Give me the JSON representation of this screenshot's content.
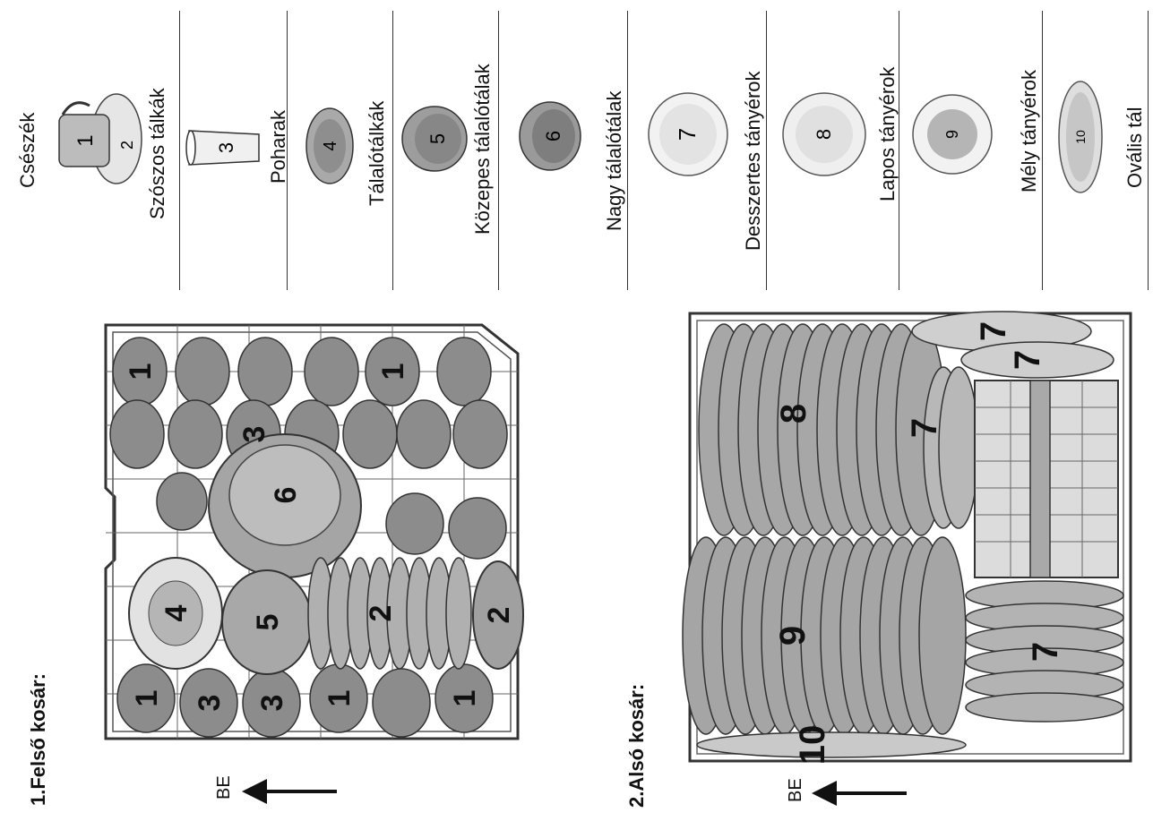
{
  "legend": {
    "items": [
      {
        "number": "1",
        "label": "Csészék"
      },
      {
        "number": "2",
        "label": "Szószos tálkák"
      },
      {
        "number": "3",
        "label": "Poharak"
      },
      {
        "number": "4",
        "label": "Tálalótálkák"
      },
      {
        "number": "5",
        "label": "Közepes tálalótálak"
      },
      {
        "number": "6",
        "label": "Nagy tálalótálak"
      },
      {
        "number": "7",
        "label": "Desszertes tányérok"
      },
      {
        "number": "8",
        "label": "Lapos tányérok"
      },
      {
        "number": "9",
        "label": "Mély tányérok"
      },
      {
        "number": "10",
        "label": "Ovális tál"
      }
    ]
  },
  "upper_basket": {
    "title": "1.Felső kosár:",
    "direction_label": "BE",
    "item_numbers": [
      "1",
      "1",
      "1",
      "1",
      "1",
      "3",
      "3",
      "3",
      "6",
      "4",
      "5",
      "2",
      "2"
    ]
  },
  "lower_basket": {
    "title": "2.Alsó kosár:",
    "direction_label": "BE",
    "item_numbers": [
      "8",
      "7",
      "7",
      "7",
      "7",
      "9",
      "10"
    ]
  },
  "colors": {
    "line": "#222222",
    "dish": "#9a9a9a",
    "dish_dark": "#6f6f6f",
    "dish_light": "#d8d8d8"
  }
}
